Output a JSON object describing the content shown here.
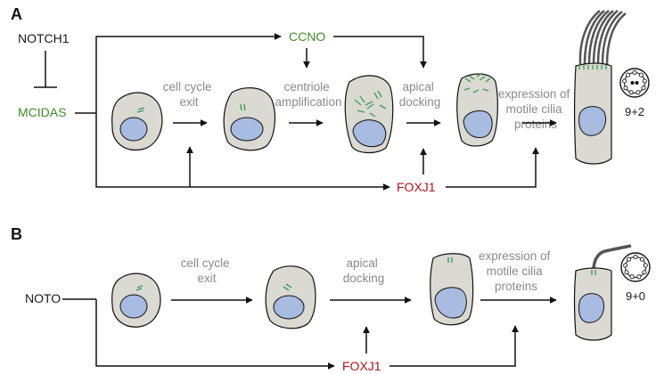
{
  "panels": {
    "a": {
      "label": "A",
      "genes": {
        "notch1": "NOTCH1",
        "mcidas": "MCIDAS",
        "ccno": "CCNO",
        "foxj1": "FOXJ1"
      },
      "steps": {
        "s1": [
          "cell cycle",
          "exit"
        ],
        "s2": [
          "centriole",
          "amplification"
        ],
        "s3": [
          "apical",
          "docking"
        ],
        "s4": [
          "expression of",
          "motile cilia",
          "proteins"
        ]
      },
      "cilia_pattern": "9+2"
    },
    "b": {
      "label": "B",
      "genes": {
        "noto": "NOTO",
        "foxj1": "FOXJ1"
      },
      "steps": {
        "s1": [
          "cell cycle",
          "exit"
        ],
        "s2": [
          "apical",
          "docking"
        ],
        "s3": [
          "expression of",
          "motile cilia",
          "proteins"
        ]
      },
      "cilia_pattern": "9+0"
    }
  },
  "colors": {
    "cell_fill": "#dad9d2",
    "nucleus_fill": "#a8bbe0",
    "centriole": "#3e9b5a",
    "gene_green": "#3e8c2b",
    "gene_red": "#b0121b",
    "step_text": "#8a8a8a"
  }
}
